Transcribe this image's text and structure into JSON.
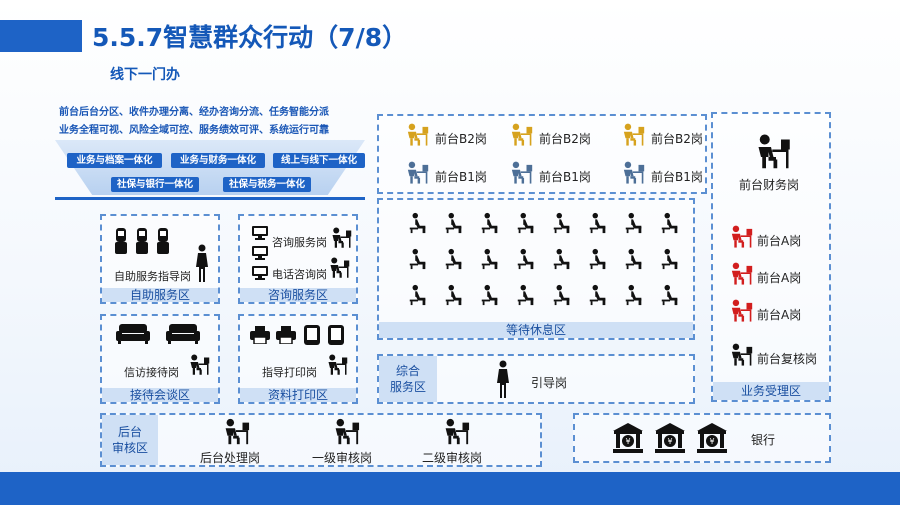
{
  "header": {
    "title": "5.5.7智慧群众行动（7/8）",
    "subtitle": "线下一门办"
  },
  "intro": {
    "line1": "前台后台分区、收件办理分离、经办咨询分流、任务智能分派",
    "line2": "业务全程可视、风险全域可控、服务绩效可评、系统运行可靠",
    "pills_row1": [
      "业务与档案一体化",
      "业务与财务一体化",
      "线上与线下一体化"
    ],
    "pills_row2": [
      "社保与银行一体化",
      "社保与税务一体化"
    ]
  },
  "zones": {
    "self_service": {
      "label": "自助服务区",
      "post": "自助服务指导岗"
    },
    "consult": {
      "label": "咨询服务区",
      "post1": "咨询服务岗",
      "post2": "电话咨询岗"
    },
    "reception": {
      "label": "接待会谈区",
      "post": "信访接待岗"
    },
    "print": {
      "label": "资料打印区",
      "post": "指导打印岗"
    },
    "front_b": {
      "b2": "前台B2岗",
      "b1": "前台B1岗"
    },
    "waiting": {
      "label": "等待休息区"
    },
    "guide": {
      "label_line1": "综合",
      "label_line2": "服务区",
      "post": "引导岗"
    },
    "business": {
      "label": "业务受理区",
      "finance": "前台财务岗",
      "a": "前台A岗",
      "review": "前台复核岗"
    },
    "backend": {
      "label_line1": "后台",
      "label_line2": "审核区",
      "post1": "后台处理岗",
      "post2": "一级审核岗",
      "post3": "二级审核岗"
    },
    "bank": {
      "label": "银行"
    }
  },
  "colors": {
    "brand_blue": "#1e63c6",
    "light_blue": "#cfe0f5",
    "dashed_border": "#5b8fd2",
    "gold": "#d6a21e",
    "steel": "#4d6f97",
    "red": "#d21e1e",
    "black": "#111111"
  }
}
